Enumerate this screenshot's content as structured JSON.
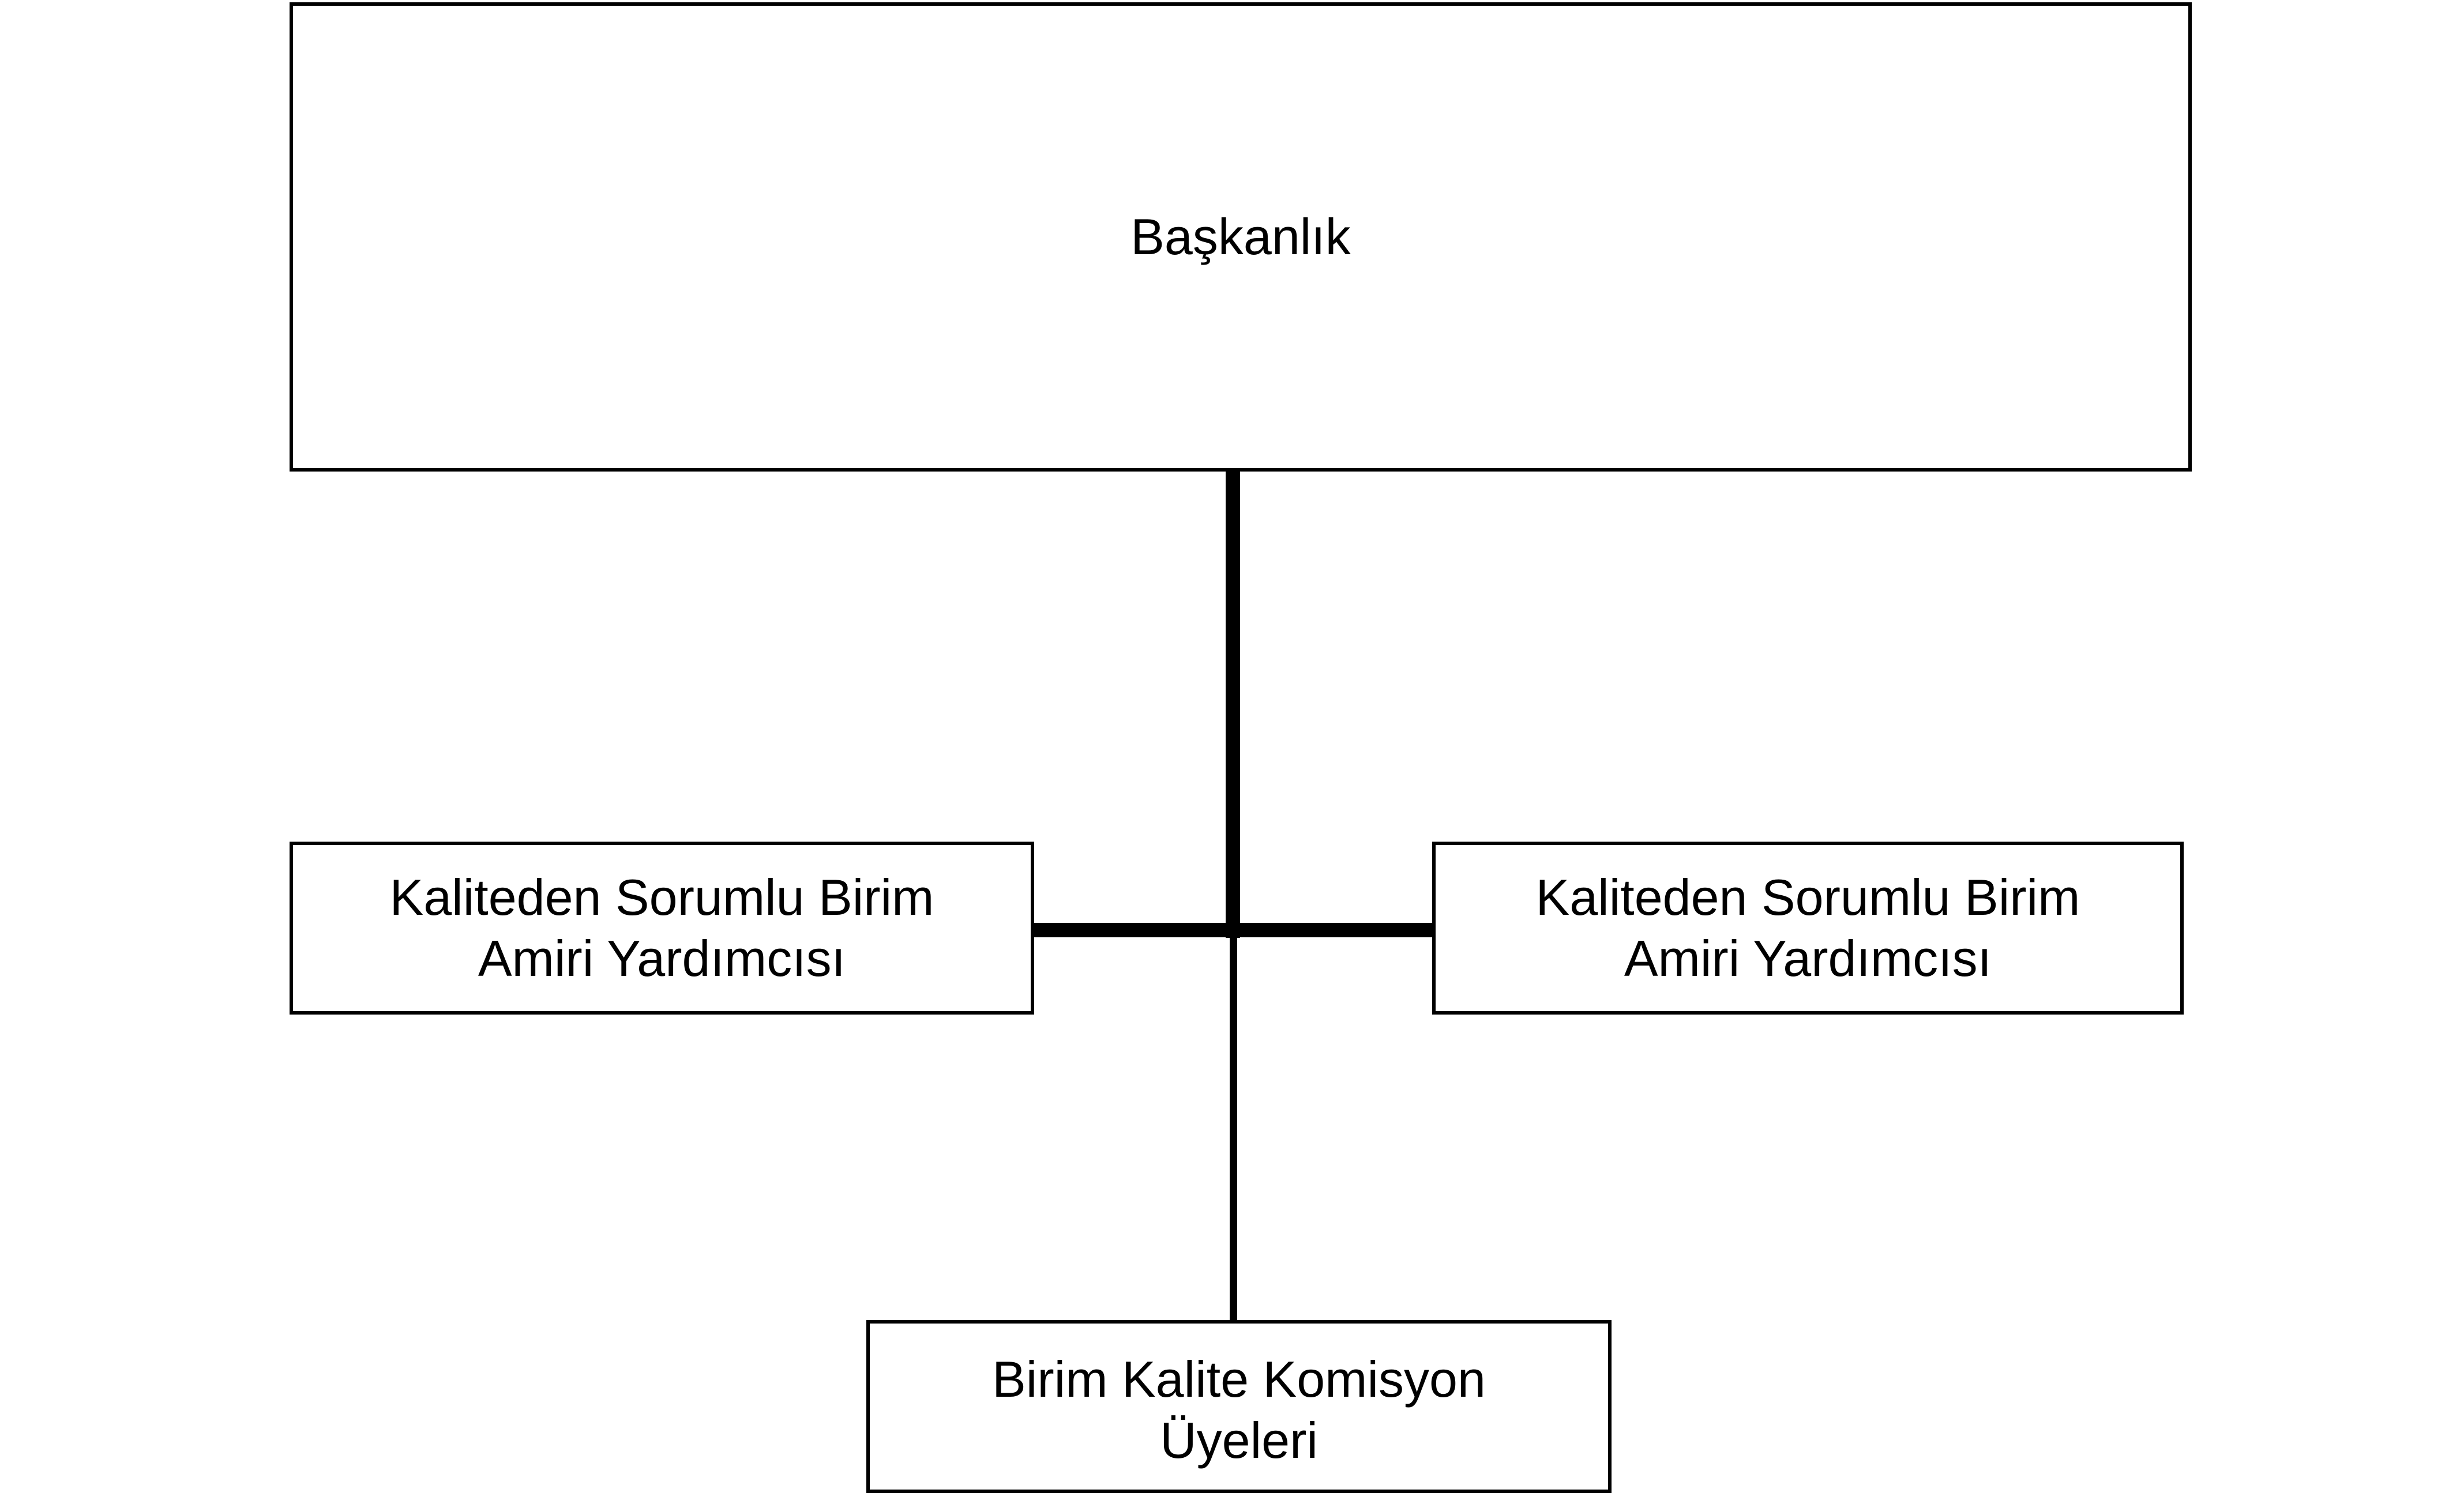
{
  "chart": {
    "top": {
      "label": "Başkanlık"
    },
    "left": {
      "line1": "Kaliteden Sorumlu Birim",
      "line2": "Amiri Yardımcısı"
    },
    "right": {
      "line1": "Kaliteden Sorumlu Birim",
      "line2": "Amiri Yardımcısı"
    },
    "bottom": {
      "line1": "Birim Kalite Komisyon",
      "line2": "Üyeleri"
    }
  }
}
